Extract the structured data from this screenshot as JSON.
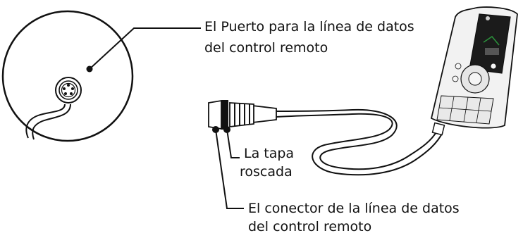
{
  "labels": {
    "port": {
      "line1": "El Puerto para la línea de datos",
      "line2": "del control remoto"
    },
    "cap": {
      "line1": "La tapa",
      "line2": "roscada"
    },
    "connector": {
      "line1": "El conector de la línea de datos",
      "line2": "del control remoto"
    }
  },
  "colors": {
    "ink": "#111111",
    "remote_body": "#f2f2f2",
    "remote_screen": "#1b1b1b",
    "remote_screen_accent": "#2a8f3a"
  }
}
